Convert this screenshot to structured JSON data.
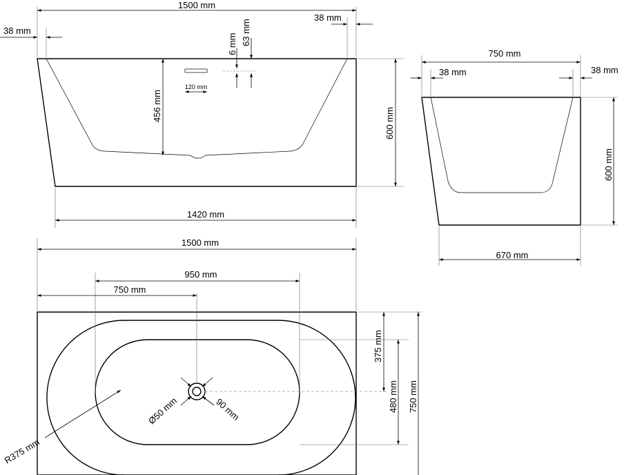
{
  "front_view": {
    "overall_length": "1500 mm",
    "rim_left": "38 mm",
    "rim_right": "38 mm",
    "overflow_offset": "6 mm",
    "overflow_height": "63 mm",
    "overflow_width": "120 mm",
    "depth": "456 mm",
    "height": "600 mm",
    "base_length": "1420 mm"
  },
  "side_view": {
    "width": "750 mm",
    "rim_left": "38 mm",
    "rim_right": "38 mm",
    "height": "600 mm",
    "base_width": "670 mm"
  },
  "top_view": {
    "overall_length": "1500 mm",
    "inner_length": "950 mm",
    "drain_offset": "750 mm",
    "radius": "R375 mm",
    "drain_diameter": "Ø50 mm",
    "drain_outer": "90 mm",
    "drain_from_edge": "375 mm",
    "inner_width": "480 mm",
    "overall_width": "750 mm"
  }
}
